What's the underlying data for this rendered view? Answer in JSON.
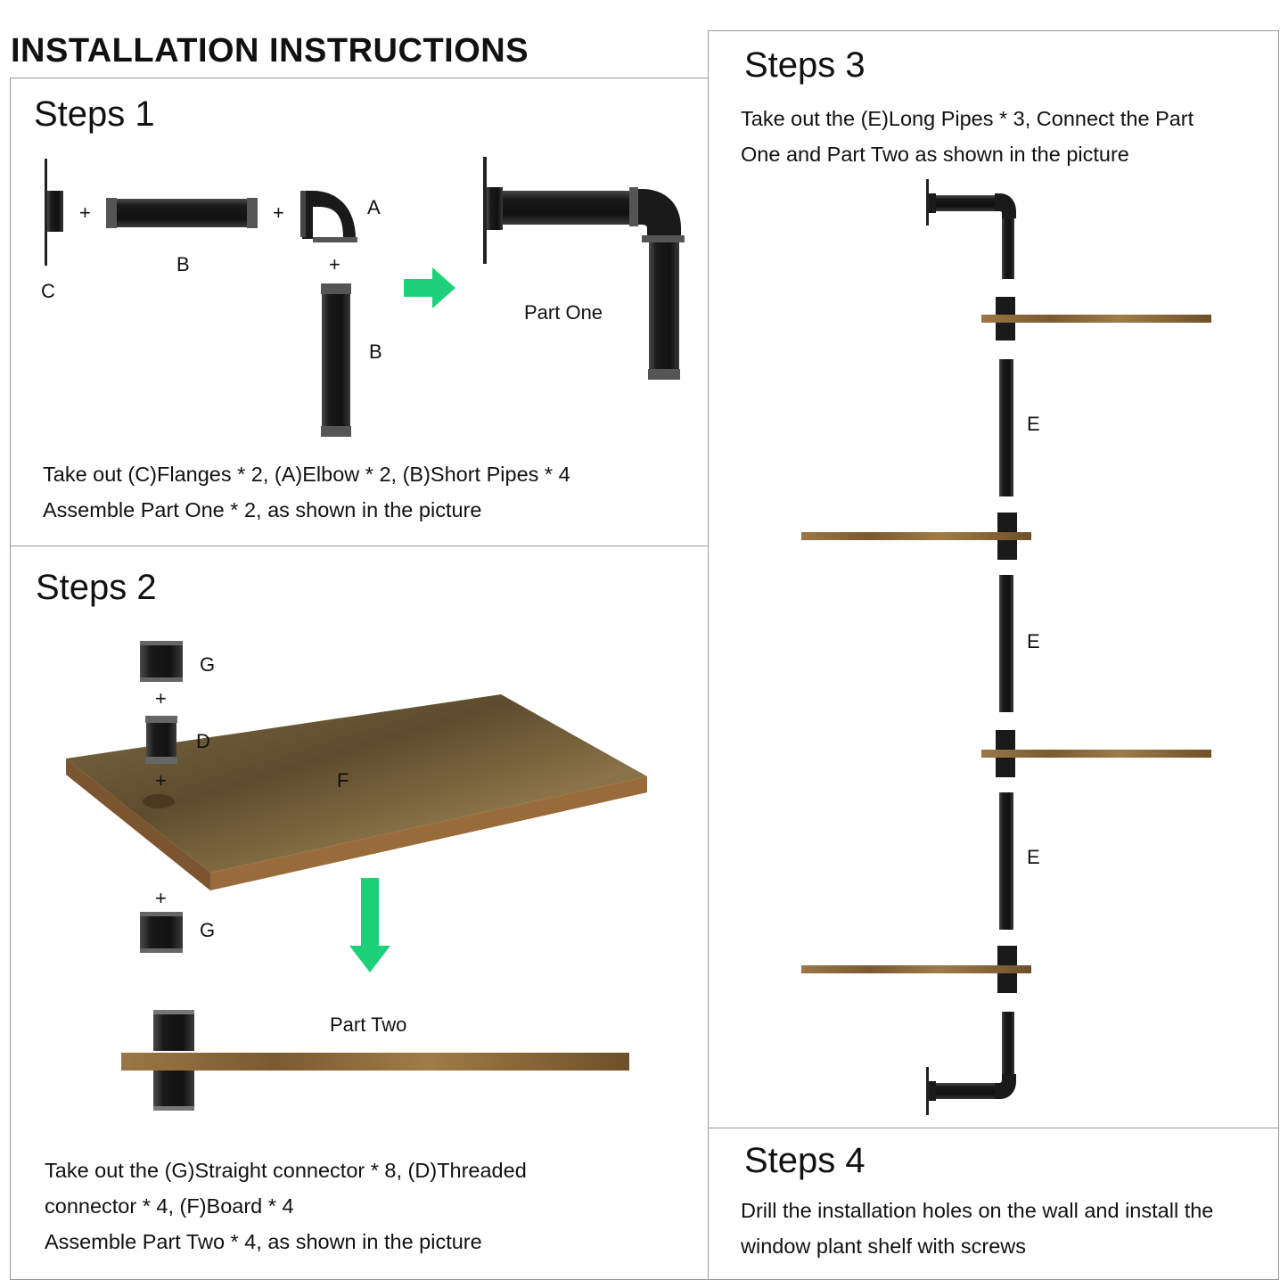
{
  "title": "INSTALLATION INSTRUCTIONS",
  "step1": {
    "title": "Steps 1",
    "labels": {
      "c": "C",
      "b": "B",
      "a": "A",
      "b2": "B",
      "part": "Part One"
    },
    "plus": "+",
    "lines": [
      "Take out (C)Flanges * 2, (A)Elbow * 2, (B)Short Pipes * 4",
      "Assemble Part One * 2, as shown in the picture"
    ]
  },
  "step2": {
    "title": "Steps 2",
    "labels": {
      "g_top": "G",
      "d": "D",
      "f": "F",
      "g_bottom": "G",
      "part": "Part Two"
    },
    "plus": "+",
    "lines": [
      "Take out the (G)Straight connector * 8, (D)Threaded",
      "connector * 4, (F)Board * 4",
      "Assemble Part Two * 4, as shown in the picture"
    ]
  },
  "step3": {
    "title": "Steps 3",
    "labels": {
      "e1": "E",
      "e2": "E",
      "e3": "E"
    },
    "lines": [
      "Take out the (E)Long Pipes * 3, Connect the Part",
      "One and Part Two as shown in the picture"
    ]
  },
  "step4": {
    "title": "Steps 4",
    "lines": [
      "Drill the installation holes on the wall and install the",
      "window plant shelf with screws"
    ]
  },
  "colors": {
    "pipe": "#1c1c1c",
    "wood": "#8a6a3c",
    "arrow": "#1fd07a",
    "border": "#999999"
  }
}
